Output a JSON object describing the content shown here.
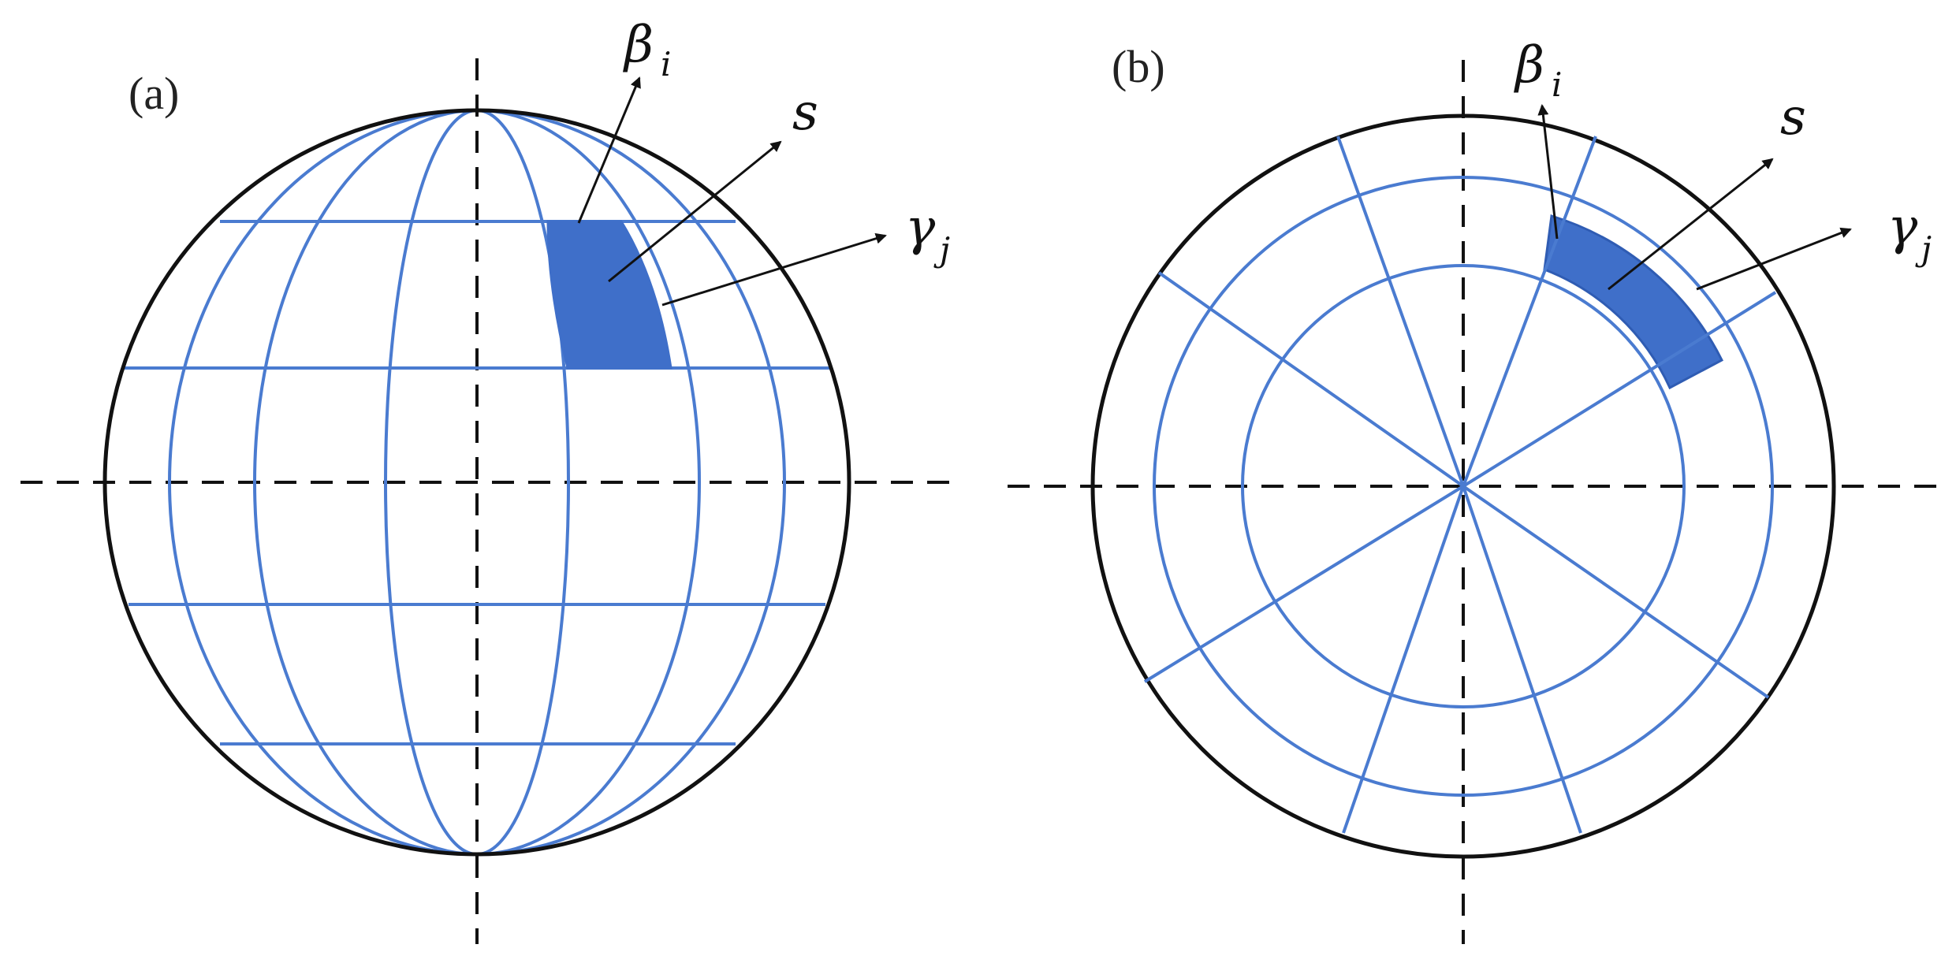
{
  "panel_a": {
    "label": "(a)",
    "annotations": {
      "beta_main": "β",
      "beta_sub": "i",
      "s_label": "s",
      "gamma_main": "γ",
      "gamma_sub": "j"
    }
  },
  "panel_b": {
    "label": "(b)",
    "annotations": {
      "beta_main": "β",
      "beta_sub": "i",
      "s_label": "s",
      "gamma_main": "γ",
      "gamma_sub": "j"
    }
  },
  "colors": {
    "grid": "#4a7bd0",
    "cell": "#3f6fc9",
    "outline": "#111111",
    "axis": "#111111",
    "arrow": "#111111"
  },
  "icons": {
    "arrow": "arrow-icon"
  }
}
